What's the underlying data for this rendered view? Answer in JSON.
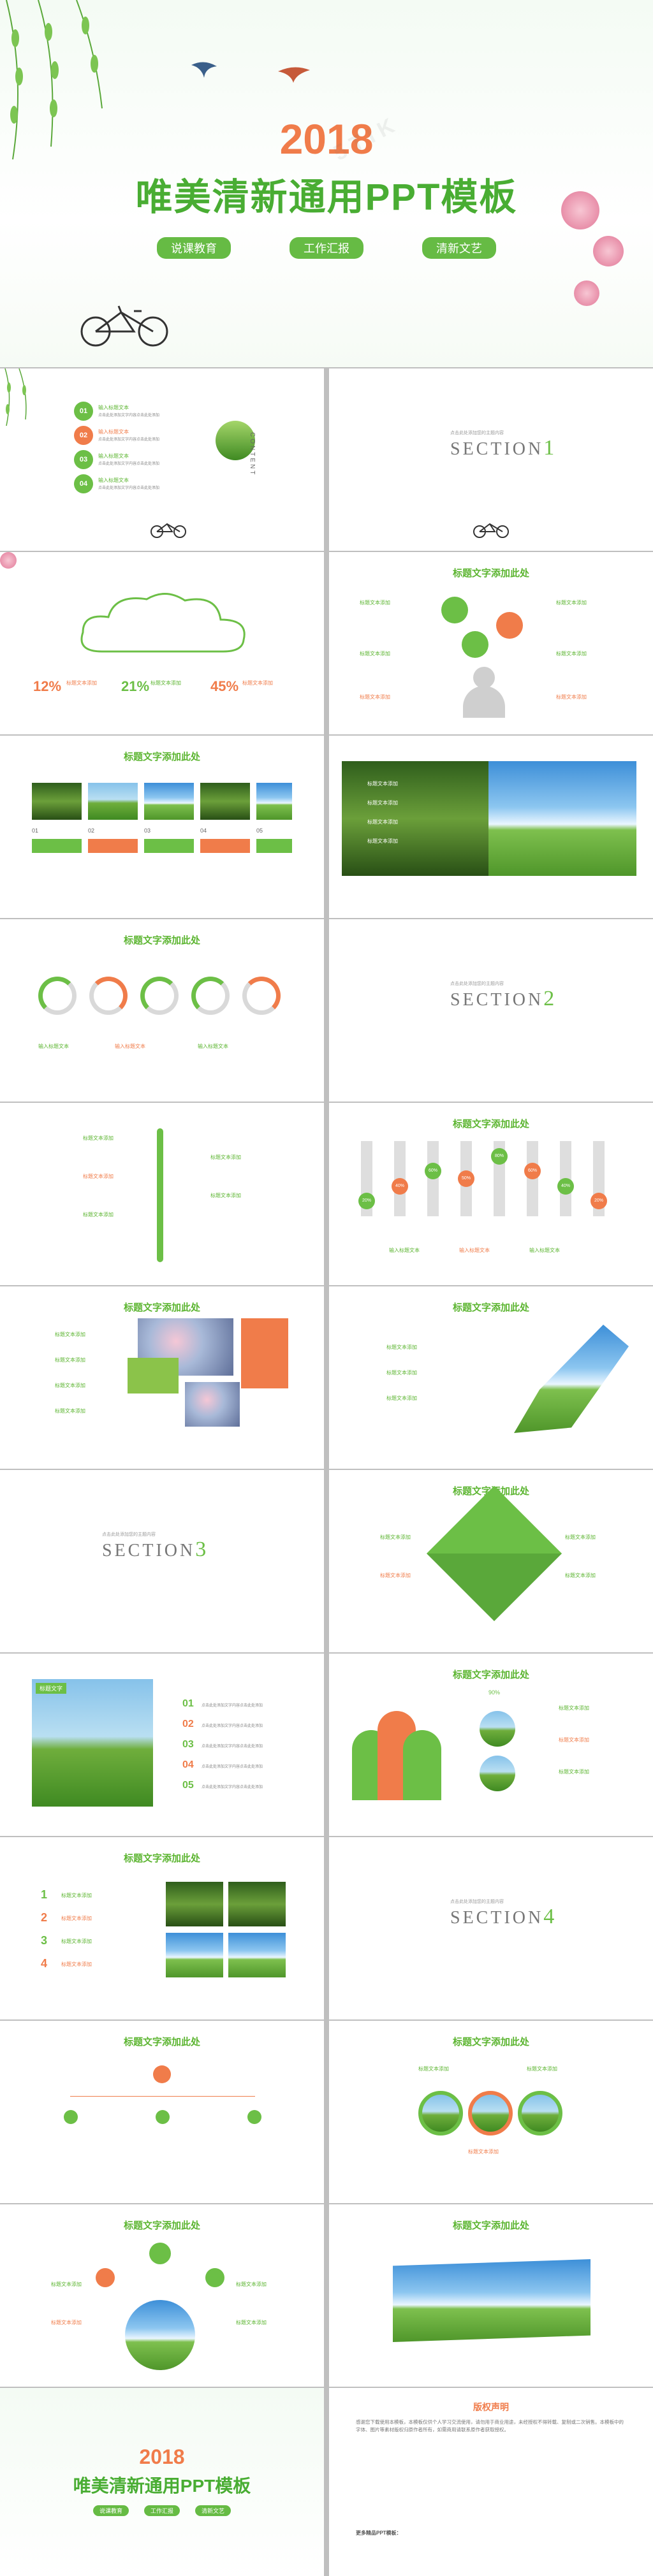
{
  "cover": {
    "year": "2018",
    "title": "唯美清新通用PPT模板",
    "tags": [
      "说课教育",
      "工作汇报",
      "清新文艺"
    ]
  },
  "contents": {
    "word": "CONTENT",
    "items": [
      {
        "num": "01",
        "label": "输入标题文本"
      },
      {
        "num": "02",
        "label": "输入标题文本"
      },
      {
        "num": "03",
        "label": "输入标题文本"
      },
      {
        "num": "04",
        "label": "输入标题文本"
      }
    ]
  },
  "sections": {
    "intro": "点击此处添加您的主题内容",
    "word": "SECTION",
    "nums": [
      "1",
      "2",
      "3",
      "4"
    ]
  },
  "common": {
    "slide_title": "标题文字添加此处",
    "item_label": "输入标题文本",
    "item_label_alt": "标题文本添加",
    "body_text": "点击此处添加文字内容点击此处添加"
  },
  "percents": {
    "stats": [
      "12%",
      "21%",
      "45%"
    ],
    "bars": [
      "20%",
      "40%",
      "60%",
      "50%",
      "80%",
      "60%",
      "40%",
      "20%"
    ],
    "pie": "90%"
  },
  "numbered": [
    "01",
    "02",
    "03",
    "04",
    "05"
  ],
  "steps": [
    "1",
    "2",
    "3",
    "4"
  ],
  "photo_caption": "标题文本添加",
  "mid_title": "标题文字",
  "ending": {
    "year": "2018",
    "title": "唯美清新通用PPT模板",
    "tags": [
      "说课教育",
      "工作汇报",
      "清新文艺"
    ]
  },
  "copyright": {
    "title": "版权声明",
    "text": "感谢您下载使用本模板，本模板仅供个人学习交流使用，请勿用于商业用途，未经授权不得转载、复制或二次销售。本模板中的字体、图片等素材版权归原作者所有，如需商用请联系原作者获取授权。",
    "more_label": "更多精品PPT模板："
  },
  "colors": {
    "green": "#6cbf46",
    "orange": "#f07c4a",
    "title_green": "#5cb531"
  }
}
